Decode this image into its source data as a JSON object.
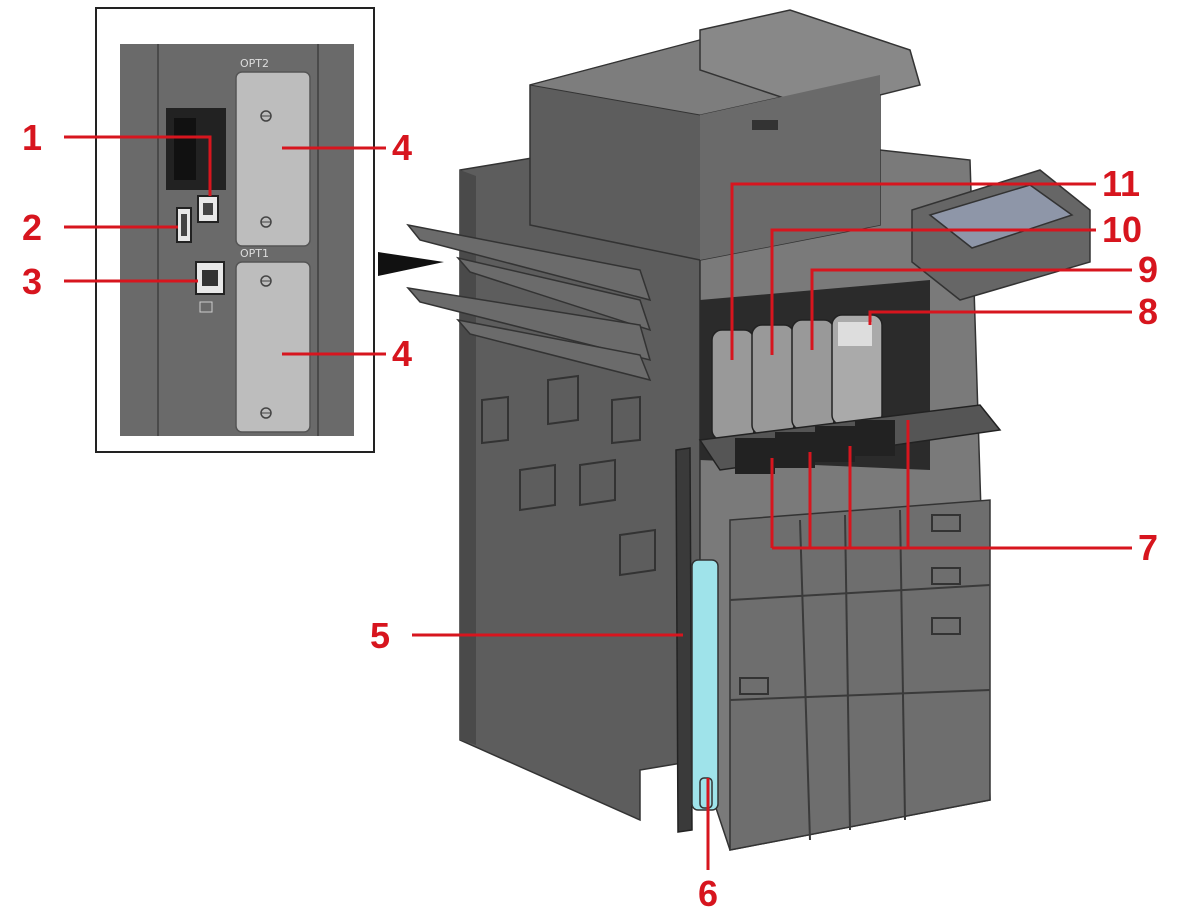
{
  "inset": {
    "slot_top_label": "OPT2",
    "slot_bottom_label": "OPT1"
  },
  "callouts": [
    {
      "id": "1",
      "label": "1"
    },
    {
      "id": "2",
      "label": "2"
    },
    {
      "id": "3",
      "label": "3"
    },
    {
      "id": "4a",
      "label": "4"
    },
    {
      "id": "4b",
      "label": "4"
    },
    {
      "id": "5",
      "label": "5"
    },
    {
      "id": "6",
      "label": "6"
    },
    {
      "id": "7",
      "label": "7"
    },
    {
      "id": "8",
      "label": "8"
    },
    {
      "id": "9",
      "label": "9"
    },
    {
      "id": "10",
      "label": "10"
    },
    {
      "id": "11",
      "label": "11"
    }
  ],
  "colors": {
    "callout": "#d7151e",
    "body": "#5d5d5d",
    "body_dark": "#3a3a3a",
    "body_light": "#7a7a7a",
    "waste_toner_box": "#9fe3ea"
  }
}
